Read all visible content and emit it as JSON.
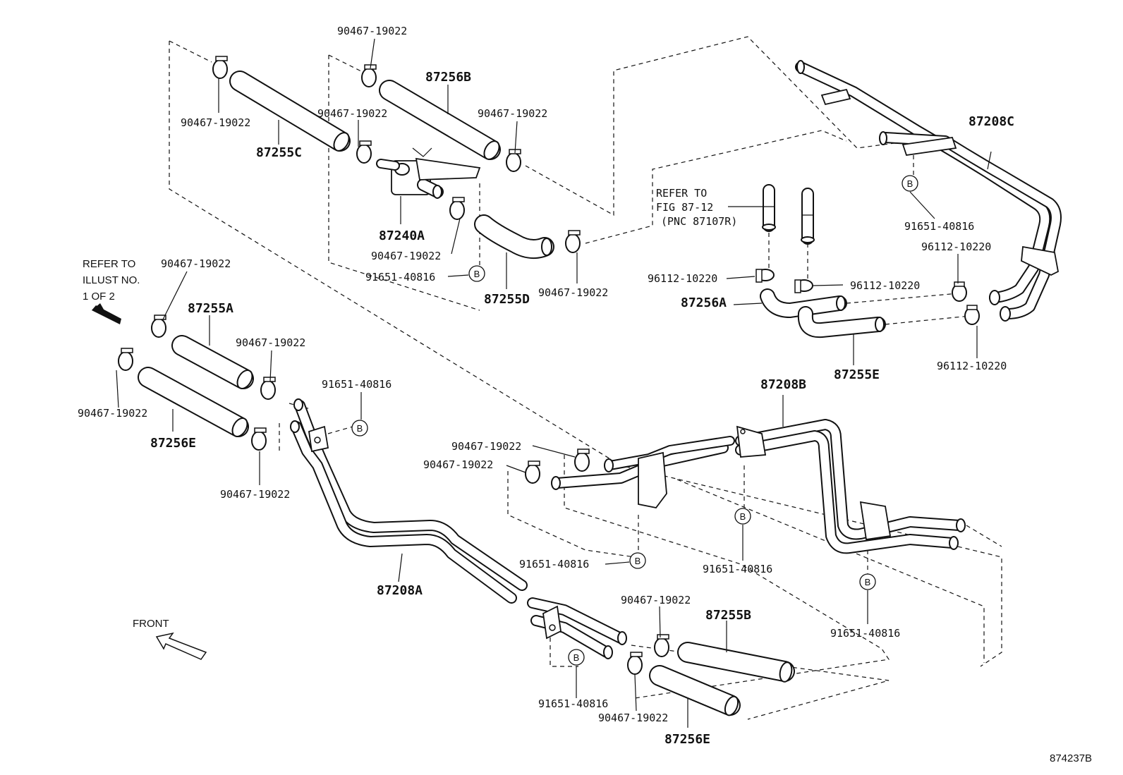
{
  "diagram_id": "874237B",
  "directions": {
    "refer_illust": [
      "REFER TO",
      "ILLUST NO.",
      "1 OF 2"
    ],
    "front": "FRONT",
    "refer_fig": [
      "REFER TO",
      "FIG 87-12",
      "(PNC 87107R)"
    ]
  },
  "bolt_symbol": "B",
  "parts": {
    "clamp": "90467-19022",
    "bolt": "91651-40816",
    "clip": "96112-10220",
    "hose_87255C": "87255C",
    "hose_87256B": "87256B",
    "valve_87240A": "87240A",
    "hose_87255D": "87255D",
    "pipe_87208C": "87208C",
    "hose_87256A": "87256A",
    "hose_87255E": "87255E",
    "hose_87255A": "87255A",
    "hose_87256E": "87256E",
    "pipe_87208A": "87208A",
    "pipe_87208B": "87208B",
    "hose_87255B": "87255B"
  }
}
